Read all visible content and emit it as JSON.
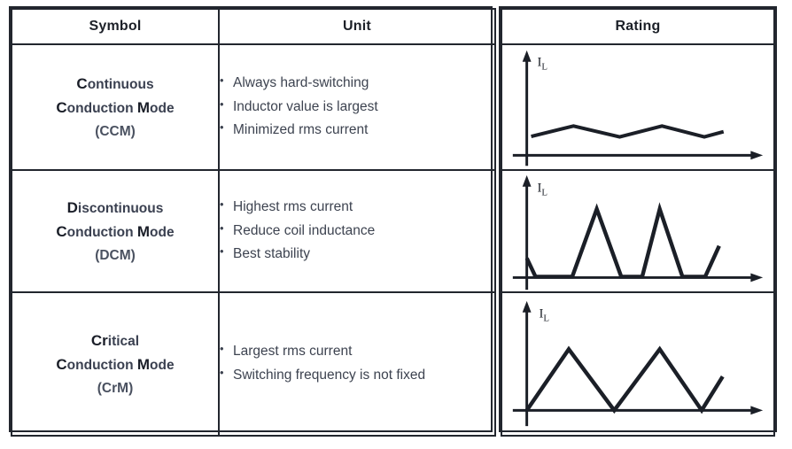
{
  "table": {
    "headers": {
      "symbol": "Symbol",
      "unit": "Unit",
      "rating": "Rating"
    },
    "rows": [
      {
        "id": "ccm",
        "symbol": {
          "line1_cap": "C",
          "line1_rest": "ontinuous",
          "line2_cap1": "C",
          "line2_rest1": "onduction ",
          "line2_cap2": "M",
          "line2_rest2": "ode",
          "acronym": "(CCM)",
          "full_text": "Continuous Conduction Mode (CCM)"
        },
        "bullets": [
          "Always hard-switching",
          "Inductor value is largest",
          "Minimized rms current"
        ],
        "graph": {
          "axis_label_main": "I",
          "axis_label_sub": "L",
          "waveform_name": "ccm-waveform",
          "description": "Continuous triangular ripple current that never reaches zero"
        }
      },
      {
        "id": "dcm",
        "symbol": {
          "line1_cap": "D",
          "line1_rest": "iscontinuous",
          "line2_cap1": "C",
          "line2_rest1": "onduction ",
          "line2_cap2": "M",
          "line2_rest2": "ode",
          "acronym": "(DCM)",
          "full_text": "Discontinuous Conduction Mode (DCM)"
        },
        "bullets": [
          "Highest rms current",
          "Reduce coil inductance",
          "Best stability"
        ],
        "graph": {
          "axis_label_main": "I",
          "axis_label_sub": "L",
          "waveform_name": "dcm-waveform",
          "description": "Tall triangular pulses separated by flat zero-current dead time"
        }
      },
      {
        "id": "crm",
        "symbol": {
          "line1_cap": "Cr",
          "line1_rest": "itical",
          "line2_cap1": "C",
          "line2_rest1": "onduction ",
          "line2_cap2": "M",
          "line2_rest2": "ode",
          "acronym": "(CrM)",
          "full_text": "Critical Conduction Mode (CrM)"
        },
        "bullets": [
          "Largest rms current",
          "Switching frequency is not fixed"
        ],
        "graph": {
          "axis_label_main": "I",
          "axis_label_sub": "L",
          "waveform_name": "crm-waveform",
          "description": "Continuous triangular current that just touches zero each cycle"
        }
      }
    ]
  },
  "chart_data": [
    {
      "type": "line",
      "name": "ccm-waveform",
      "title": "Continuous Conduction Mode inductor current",
      "ylabel": "IL",
      "xlabel": "",
      "grid": false,
      "legend": "none",
      "points": [
        [
          0,
          40
        ],
        [
          22,
          62
        ],
        [
          46,
          39
        ],
        [
          68,
          62
        ],
        [
          90,
          39
        ],
        [
          100,
          50
        ]
      ],
      "xlim": [
        0,
        100
      ],
      "ylim": [
        0,
        100
      ]
    },
    {
      "type": "line",
      "name": "dcm-waveform",
      "title": "Discontinuous Conduction Mode inductor current",
      "ylabel": "IL",
      "xlabel": "",
      "grid": false,
      "legend": "none",
      "points": [
        [
          0,
          24
        ],
        [
          5,
          0
        ],
        [
          26,
          0
        ],
        [
          40,
          88
        ],
        [
          54,
          0
        ],
        [
          66,
          0
        ],
        [
          76,
          88
        ],
        [
          89,
          0
        ],
        [
          102,
          0
        ],
        [
          110,
          40
        ]
      ],
      "xlim": [
        0,
        130
      ],
      "ylim": [
        0,
        100
      ]
    },
    {
      "type": "line",
      "name": "crm-waveform",
      "title": "Critical Conduction Mode inductor current",
      "ylabel": "IL",
      "xlabel": "",
      "grid": false,
      "legend": "none",
      "points": [
        [
          0,
          0
        ],
        [
          24,
          76
        ],
        [
          50,
          0
        ],
        [
          76,
          76
        ],
        [
          100,
          0
        ],
        [
          112,
          42
        ]
      ],
      "xlim": [
        0,
        130
      ],
      "ylim": [
        0,
        100
      ]
    }
  ],
  "colors": {
    "border": "#22262e",
    "text": "#3d4350",
    "heading": "#1c2028",
    "waveform": "#1b1f27",
    "background": "#ffffff"
  }
}
